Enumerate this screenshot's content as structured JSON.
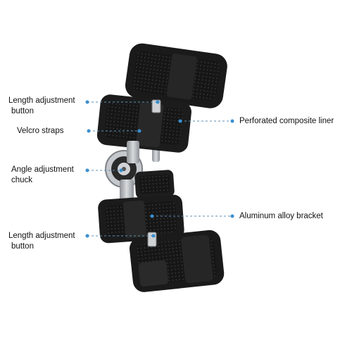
{
  "labels": {
    "length_adjustment_top": [
      "Length adjustment",
      "button"
    ],
    "velcro_straps": "Velcro straps",
    "angle_adjustment": [
      "Angle adjustment",
      "chuck"
    ],
    "length_adjustment_bottom": [
      "Length adjustment",
      "button"
    ],
    "perforated_liner": "Perforated composite liner",
    "aluminum_bracket": "Aluminum alloy bracket"
  },
  "colors": {
    "background": "#ffffff",
    "brace_black": "#1a1a1a",
    "brace_dark": "#2a2a2a",
    "liner_texture": "#3a3a3a",
    "metal": "#b9bcc0",
    "marker_dot": "#3a8fd0",
    "leader_line": "#5d8fb5"
  }
}
